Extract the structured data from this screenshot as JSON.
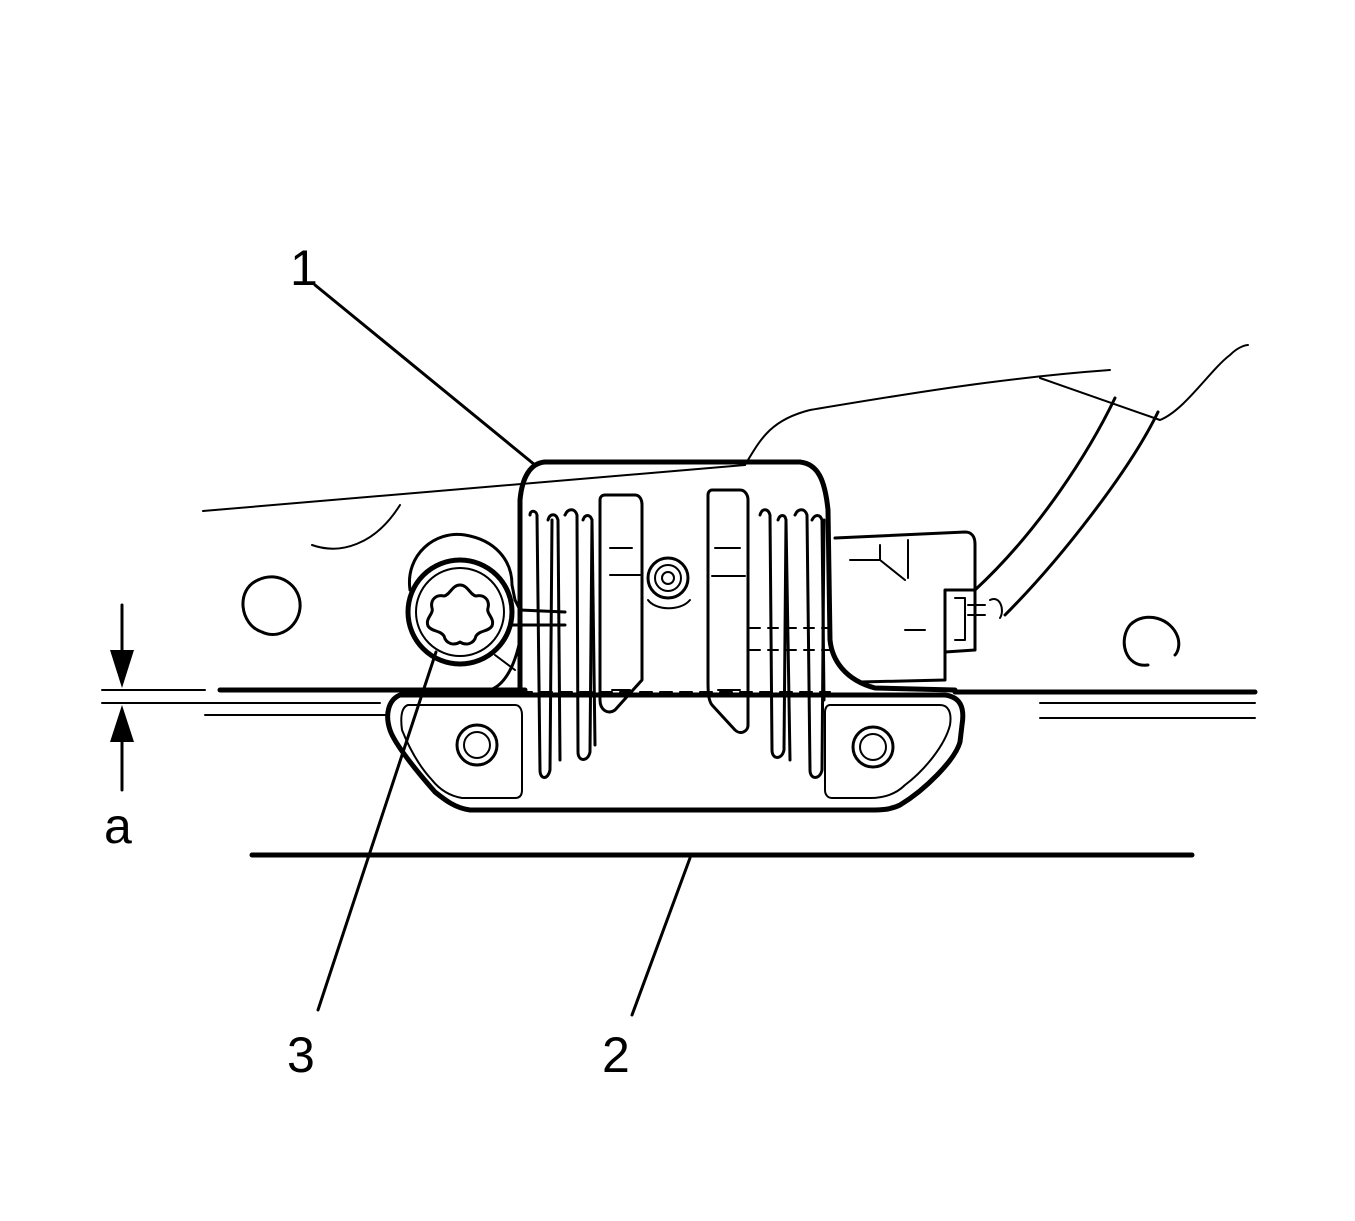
{
  "callouts": {
    "part_1": "1",
    "part_2": "2",
    "part_3": "3",
    "dimension_a": "a"
  },
  "colors": {
    "line": "#000000",
    "background": "#ffffff"
  }
}
